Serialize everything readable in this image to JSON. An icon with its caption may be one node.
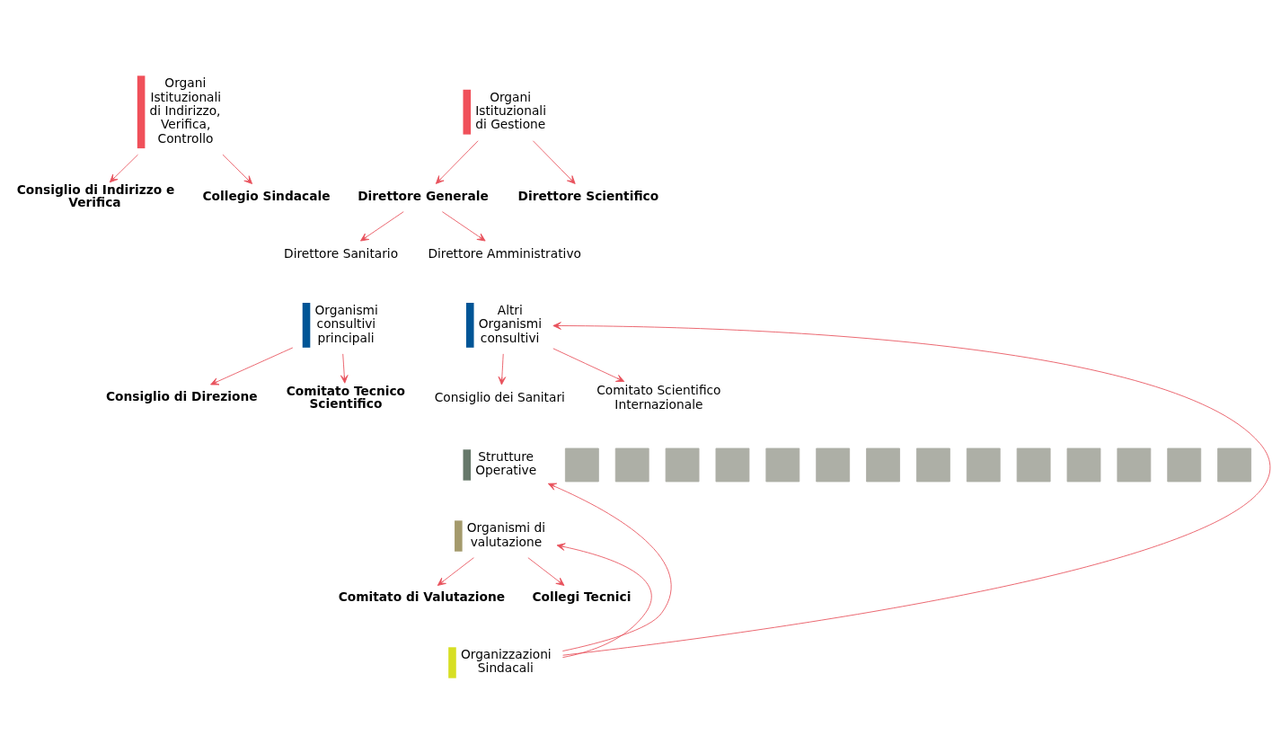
{
  "diagram": {
    "nodes": [
      {
        "text": [
          "Organi Istituzionali di Indirizzo, Verifica, Controllo"
        ]
      },
      {
        "text": [
          "Consiglio di Indirizzo e Verifica"
        ]
      },
      {
        "text": [
          "Collegio Sindacale"
        ]
      },
      {
        "text": [
          "Organi Istituzionali di Gestione"
        ]
      },
      {
        "text": [
          "Direttore Generale"
        ]
      },
      {
        "text": [
          "Direttore Scientifico"
        ]
      },
      {
        "text": [
          "Direttore Sanitario"
        ]
      },
      {
        "text": [
          "Direttore Amministrativo"
        ]
      },
      {
        "text": [
          "Organismi consultivi principali"
        ]
      },
      {
        "text": [
          "Consiglio di Direzione"
        ]
      },
      {
        "text": [
          "Comitato Tecnico Scientifico"
        ]
      },
      {
        "text": [
          "Altri Organismi consultivi"
        ]
      },
      {
        "text": [
          "Consiglio dei Sanitari"
        ]
      },
      {
        "text": [
          "Comitato Scientifico Internazionale"
        ]
      },
      {
        "text": [
          "Strutture Operative"
        ]
      },
      {
        "text": [],
        "shape": "box"
      },
      {
        "text": [],
        "shape": "box"
      },
      {
        "text": [],
        "shape": "box"
      },
      {
        "text": [],
        "shape": "box"
      },
      {
        "text": [],
        "shape": "box"
      },
      {
        "text": [],
        "shape": "box"
      },
      {
        "text": [],
        "shape": "box"
      },
      {
        "text": [],
        "shape": "box"
      },
      {
        "text": [],
        "shape": "box"
      },
      {
        "text": [],
        "shape": "box"
      },
      {
        "text": [],
        "shape": "box"
      },
      {
        "text": [],
        "shape": "box"
      },
      {
        "text": [],
        "shape": "box"
      },
      {
        "text": [],
        "shape": "box"
      },
      {
        "text": [
          "Organismi di valutazione"
        ]
      },
      {
        "text": [
          "Comitato di Valutazione"
        ]
      },
      {
        "text": [
          "Collegi Tecnici"
        ]
      },
      {
        "text": [
          "Organizzazioni Sindacali"
        ]
      }
    ],
    "edges": [
      {
        "from": 0,
        "to": 1,
        "arrow": "to"
      },
      {
        "from": 0,
        "to": 2,
        "arrow": "to"
      },
      {
        "from": 3,
        "to": 4,
        "arrow": "to"
      },
      {
        "from": 3,
        "to": 5,
        "arrow": "to"
      },
      {
        "from": 4,
        "to": 6,
        "arrow": "to"
      },
      {
        "from": 4,
        "to": 7,
        "arrow": "to"
      },
      {
        "from": 8,
        "to": 9,
        "arrow": "to"
      },
      {
        "from": 8,
        "to": 10,
        "arrow": "to"
      },
      {
        "from": 11,
        "to": 12,
        "arrow": "to"
      },
      {
        "from": 11,
        "to": 13,
        "arrow": "to"
      },
      {
        "from": 29,
        "to": 30,
        "arrow": "to"
      },
      {
        "from": 29,
        "to": 31,
        "arrow": "to"
      },
      {
        "from": 32,
        "to": 11,
        "arrow": "to"
      },
      {
        "from": 32,
        "to": 14,
        "arrow": "to"
      },
      {
        "from": 32,
        "to": 29,
        "arrow": "to"
      }
    ]
  }
}
